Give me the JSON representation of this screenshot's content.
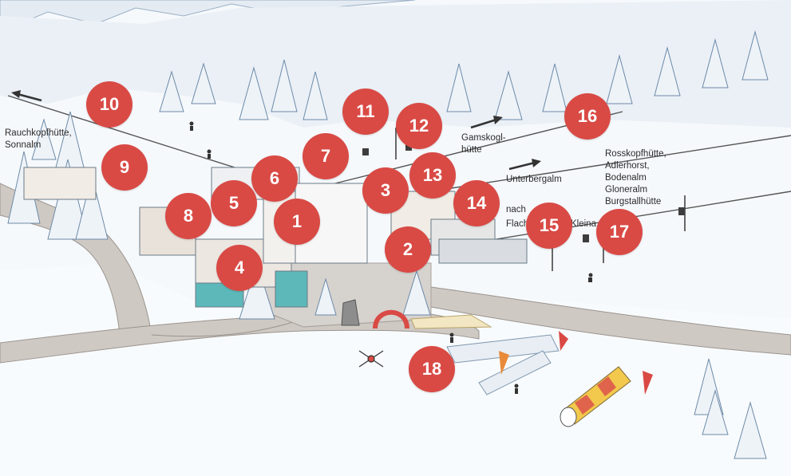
{
  "colors": {
    "marker": "#d94a45",
    "snow": "#f6f9fc",
    "road": "#c9c4c0",
    "tree_fill": "#eef3f8",
    "tree_line": "#6d8aa8",
    "building_teal": "#5db8b9"
  },
  "markers": [
    "1",
    "2",
    "3",
    "4",
    "5",
    "6",
    "7",
    "8",
    "9",
    "10",
    "11",
    "12",
    "13",
    "14",
    "15",
    "16",
    "17",
    "18"
  ],
  "labels": {
    "rauchkopf": [
      "Rauchkopfhütte,",
      "Sonnalm"
    ],
    "gamskogl": [
      "Gamskogl-",
      "hütte"
    ],
    "unterbergalm": "Unterbergalm",
    "rosskopf": [
      "Rosskopfhütte,",
      "Adlerhorst,",
      "Bodenalm",
      "Gloneralm",
      "Burgstallhütte"
    ],
    "nach": "nach",
    "flach": "Flach",
    "kleina": "Kleina"
  },
  "icons": {
    "direction_arrow": "arrow-icon",
    "gondola": "gondola-icon",
    "skier": "skier-icon"
  }
}
